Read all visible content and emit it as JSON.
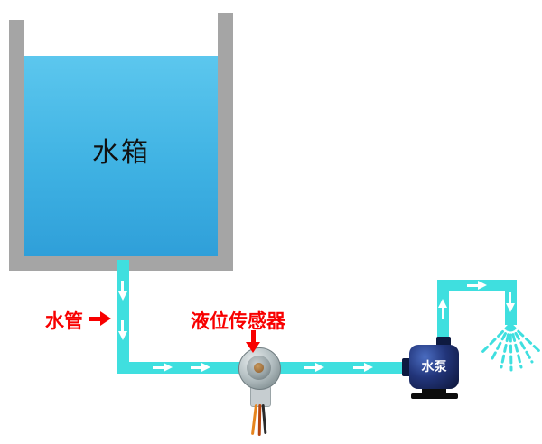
{
  "diagram": {
    "tank": {
      "label": "水箱"
    },
    "pipe": {
      "label": "水管"
    },
    "sensor": {
      "label": "液位传感器"
    },
    "pump": {
      "label": "水泵"
    },
    "colors": {
      "background": "#ffffff",
      "tank_wall": "#a5a5a5",
      "water_top": "#5cc7ee",
      "water_bottom": "#2f9fd9",
      "pipe": "#3fdfdf",
      "flow_arrow": "#ffffff",
      "callout_label": "#f80000",
      "pump_body": "#22357a",
      "sensor_metal": "#b7c2c5",
      "wire_orange": "#e6851e",
      "wire_red": "#b5440f",
      "wire_black": "#2a2a2a"
    }
  }
}
